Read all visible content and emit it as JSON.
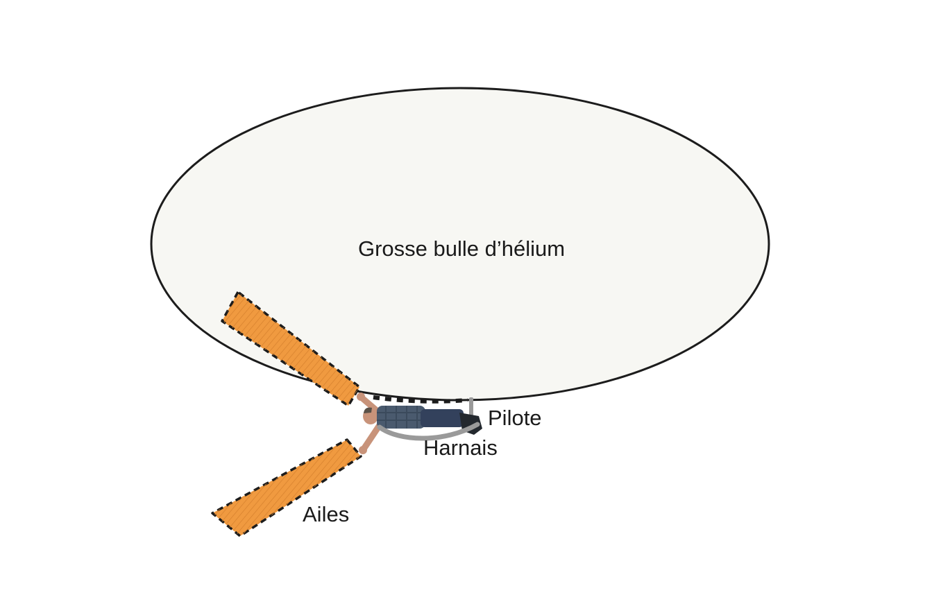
{
  "diagram": {
    "labels": {
      "balloon": "Grosse bulle d’hélium",
      "pilot": "Pilote",
      "harness": "Harnais",
      "wings": "Ailes"
    },
    "colors": {
      "balloon_fill": "#f7f7f3",
      "outline": "#1c1c1c",
      "wing_fill": "#f09a40",
      "harness_gray": "#9a9a9a",
      "skin": "#c8937a",
      "shirt_blue": "#4a5a6e",
      "jeans_blue": "#33415c",
      "text": "#1a1a1a"
    }
  }
}
